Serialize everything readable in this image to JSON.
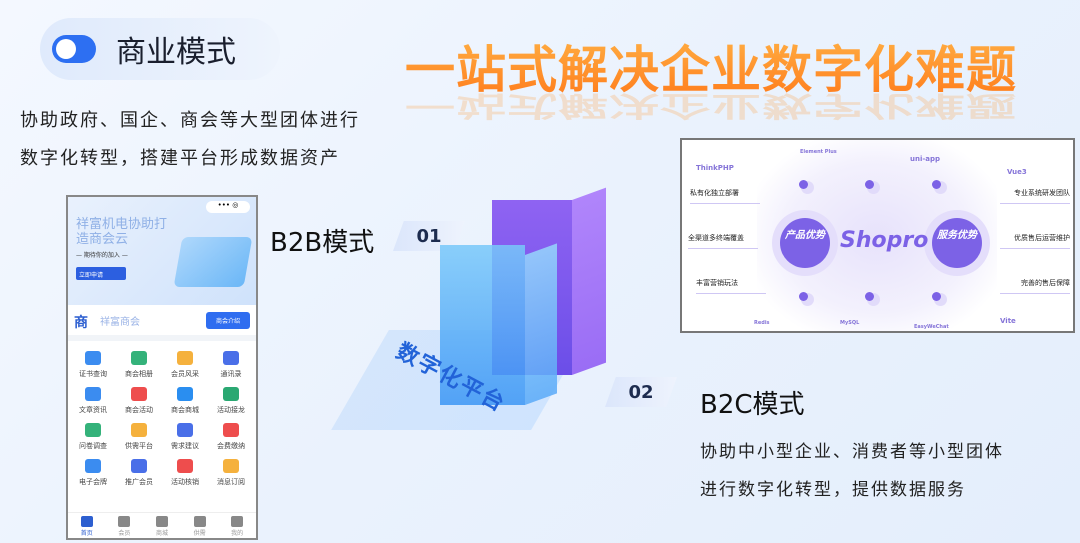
{
  "header": {
    "section_label": "商业模式",
    "title": "一站式解决企业数字化难题"
  },
  "intro": {
    "line1": "协助政府、国企、商会等大型团体进行",
    "line2": "数字化转型，搭建平台形成数据资产"
  },
  "phone": {
    "banner_title": "祥富机电协助打造商会云",
    "banner_sub": "— 期待你的加入 —",
    "banner_button": "立即申请",
    "capsule": "•••  ◎",
    "club_name": "祥富商会",
    "club_button": "商会介绍",
    "club_logo": "商",
    "grid": [
      {
        "label": "证书查询",
        "color": "#3b8cf0"
      },
      {
        "label": "商会相册",
        "color": "#34b27a"
      },
      {
        "label": "会员风采",
        "color": "#f5b13d"
      },
      {
        "label": "通讯录",
        "color": "#4a6fe8"
      },
      {
        "label": "文章资讯",
        "color": "#3b8cf0"
      },
      {
        "label": "商会活动",
        "color": "#ee4d4d"
      },
      {
        "label": "商会商城",
        "color": "#2a8ef0"
      },
      {
        "label": "活动接龙",
        "color": "#2aa872"
      },
      {
        "label": "问卷调查",
        "color": "#34b27a"
      },
      {
        "label": "供需平台",
        "color": "#f5b13d"
      },
      {
        "label": "需求建议",
        "color": "#4a6fe8"
      },
      {
        "label": "会费缴纳",
        "color": "#ee4d4d"
      },
      {
        "label": "电子会牌",
        "color": "#3b8cf0"
      },
      {
        "label": "推广会员",
        "color": "#4a6fe8"
      },
      {
        "label": "活动核销",
        "color": "#ee4d4d"
      },
      {
        "label": "消息订阅",
        "color": "#f5b13d"
      }
    ],
    "tabs": [
      "首页",
      "会员",
      "商城",
      "供需",
      "我的"
    ]
  },
  "b2b": {
    "label": "B2B模式",
    "num": "01"
  },
  "b2c": {
    "label": "B2C模式",
    "num": "02",
    "line1": "协助中小型企业、消费者等小型团体",
    "line2": "进行数字化转型，提供数据服务"
  },
  "platform_label": "数字化平台",
  "shopro": {
    "brand": "Shopro",
    "left_circle": "产品优势",
    "right_circle": "服务优势",
    "tech_top": [
      "ThinkPHP",
      "Element Plus",
      "uni-app",
      "Vue3"
    ],
    "tech_bottom": [
      "Redis",
      "MySQL",
      "EasyWeChat",
      "Vite"
    ],
    "left_features": [
      "私有化独立部署",
      "全渠道多终端覆盖",
      "丰富营销玩法"
    ],
    "right_features": [
      "专业系统研发团队",
      "优质售后运营维护",
      "完善的售后保障"
    ]
  }
}
